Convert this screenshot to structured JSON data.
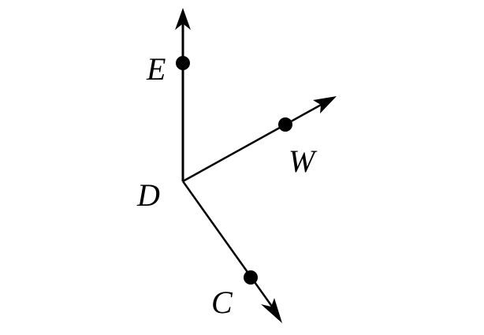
{
  "diagram": {
    "colors": {
      "ink": "#000000",
      "background": "#ffffff"
    },
    "vertex": {
      "label": "D"
    },
    "rays": [
      {
        "id": "ray-de",
        "label": "E"
      },
      {
        "id": "ray-dw",
        "label": "W"
      },
      {
        "id": "ray-dc",
        "label": "C"
      }
    ]
  }
}
